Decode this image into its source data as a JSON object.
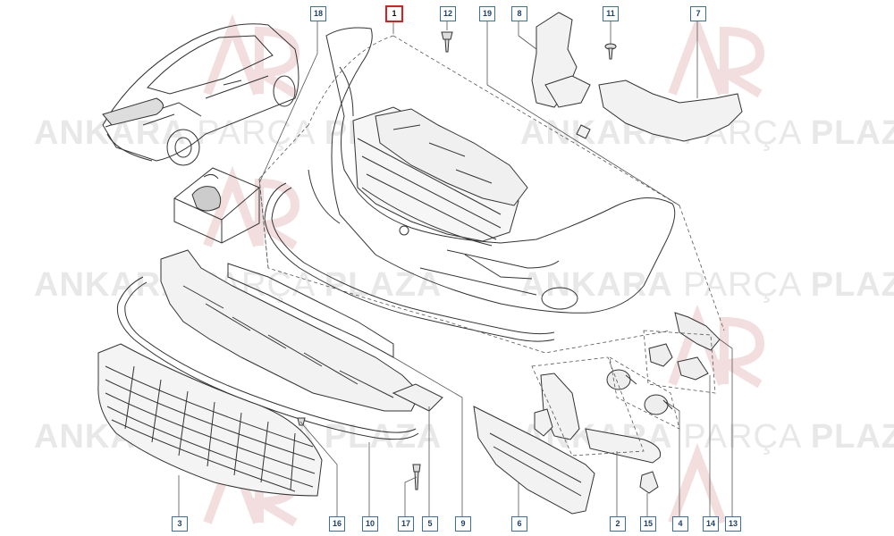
{
  "watermark": {
    "strong_1": "ANKARA",
    "light": "PARÇA",
    "strong_2": "PLAZA"
  },
  "highlighted_part": "1",
  "callouts": [
    "18",
    "1",
    "12",
    "19",
    "8",
    "11",
    "7",
    "3",
    "16",
    "10",
    "17",
    "5",
    "9",
    "6",
    "2",
    "15",
    "4",
    "14",
    "13"
  ],
  "colors": {
    "line": "#555555",
    "callout_border": "#3a6ea5",
    "highlight": "#e01c1c",
    "watermark": "#e8e8e8"
  }
}
